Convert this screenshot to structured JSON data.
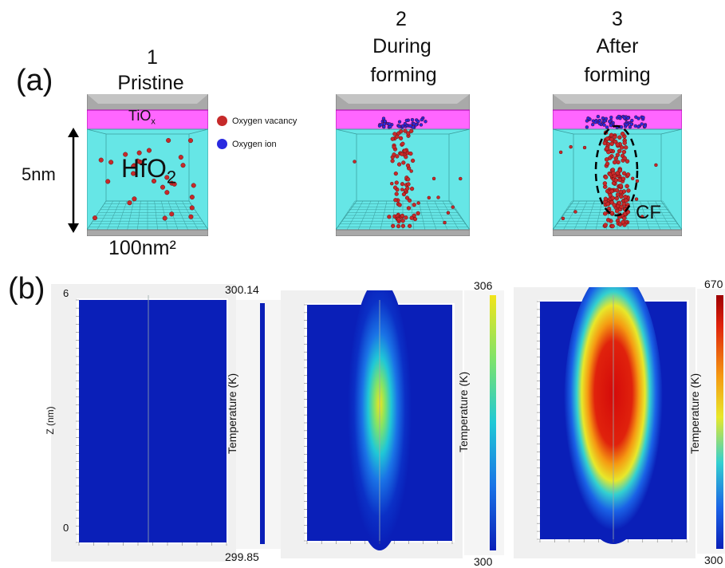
{
  "panel_a": {
    "letter": "(a)",
    "stages": [
      {
        "number": "1",
        "label": "Pristine"
      },
      {
        "number": "2",
        "label": "During",
        "label2": "forming"
      },
      {
        "number": "3",
        "label": "After",
        "label2": "forming"
      }
    ],
    "layer_top": "TiO",
    "layer_top_sub": "x",
    "layer_bottom": "HfO",
    "layer_bottom_sub": "2",
    "thickness_label": "5nm",
    "area_label": "100nm²",
    "cf_label": "CF",
    "legend": [
      {
        "label": "Oxygen vacancy",
        "color": "#c62a2a"
      },
      {
        "label": "Oxygen ion",
        "color": "#2a2ae0"
      }
    ],
    "colors": {
      "tiox": "#ff66ff",
      "hfo2": "#66e6e6",
      "electrode": "#a9a9a9"
    }
  },
  "panel_b": {
    "letter": "(b)",
    "z_axis_title": "Z (nm)",
    "z_top": "6",
    "z_bottom": "0",
    "colorbar_title": "Temperature (K)",
    "maps": [
      {
        "max_label": "300.14",
        "min_label": "299.85",
        "pattern": "uniform"
      },
      {
        "max_label": "306",
        "min_label": "300",
        "pattern": "narrow-hotspot"
      },
      {
        "max_label": "670",
        "min_label": "300",
        "pattern": "wide-hotspot"
      }
    ]
  }
}
